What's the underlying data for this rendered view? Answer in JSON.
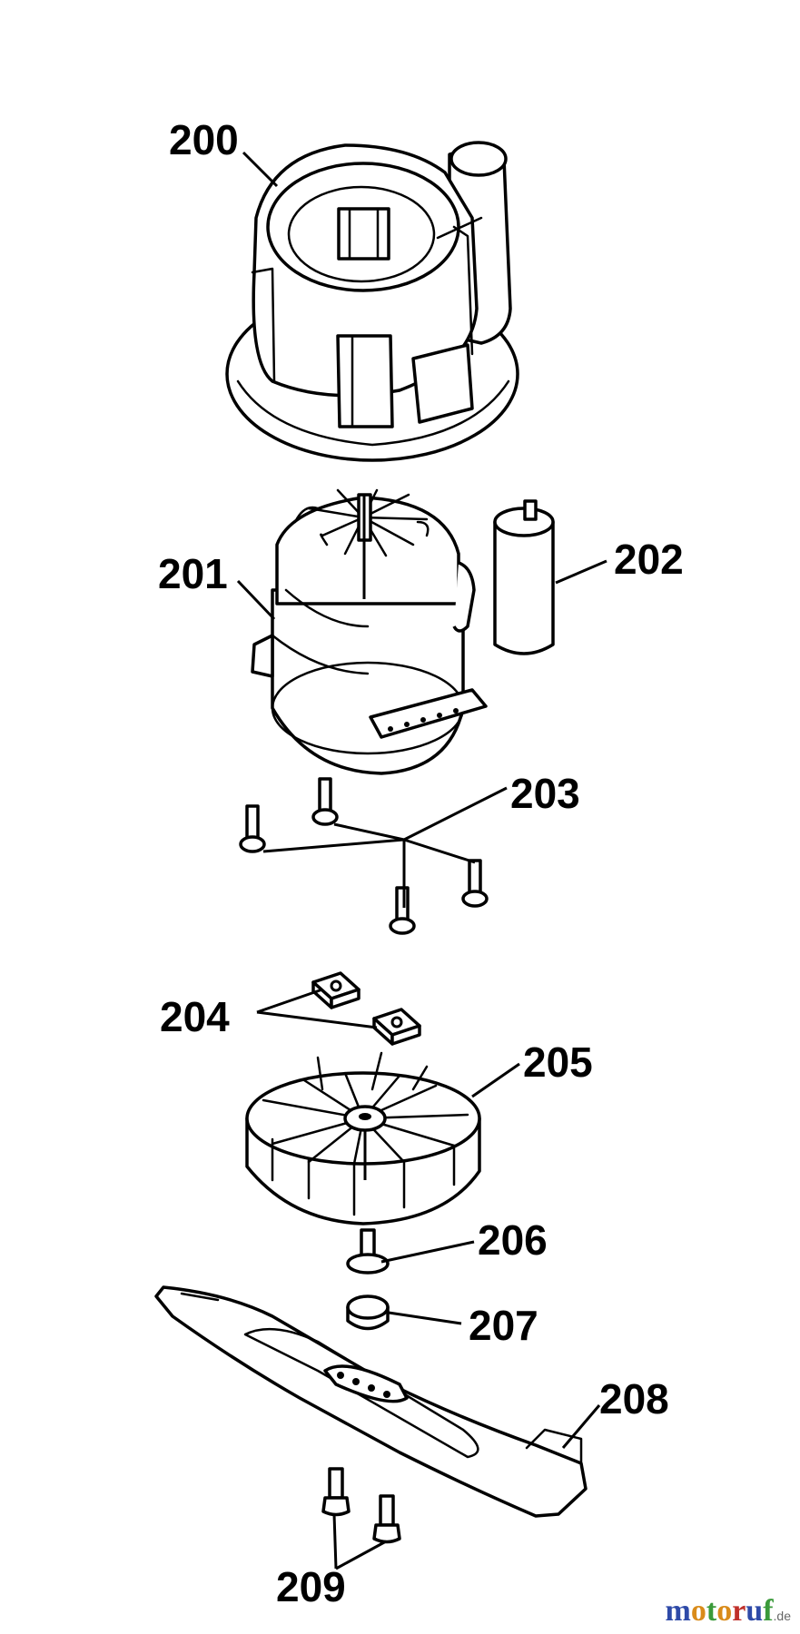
{
  "parts": [
    {
      "id": "part-200",
      "label": "200"
    },
    {
      "id": "part-201",
      "label": "201"
    },
    {
      "id": "part-202",
      "label": "202"
    },
    {
      "id": "part-203",
      "label": "203"
    },
    {
      "id": "part-204",
      "label": "204"
    },
    {
      "id": "part-205",
      "label": "205"
    },
    {
      "id": "part-206",
      "label": "206"
    },
    {
      "id": "part-207",
      "label": "207"
    },
    {
      "id": "part-208",
      "label": "208"
    },
    {
      "id": "part-209",
      "label": "209"
    }
  ],
  "watermark": {
    "letters": [
      "m",
      "o",
      "t",
      "o",
      "r",
      "u",
      "f"
    ],
    "suffix": ".de"
  }
}
